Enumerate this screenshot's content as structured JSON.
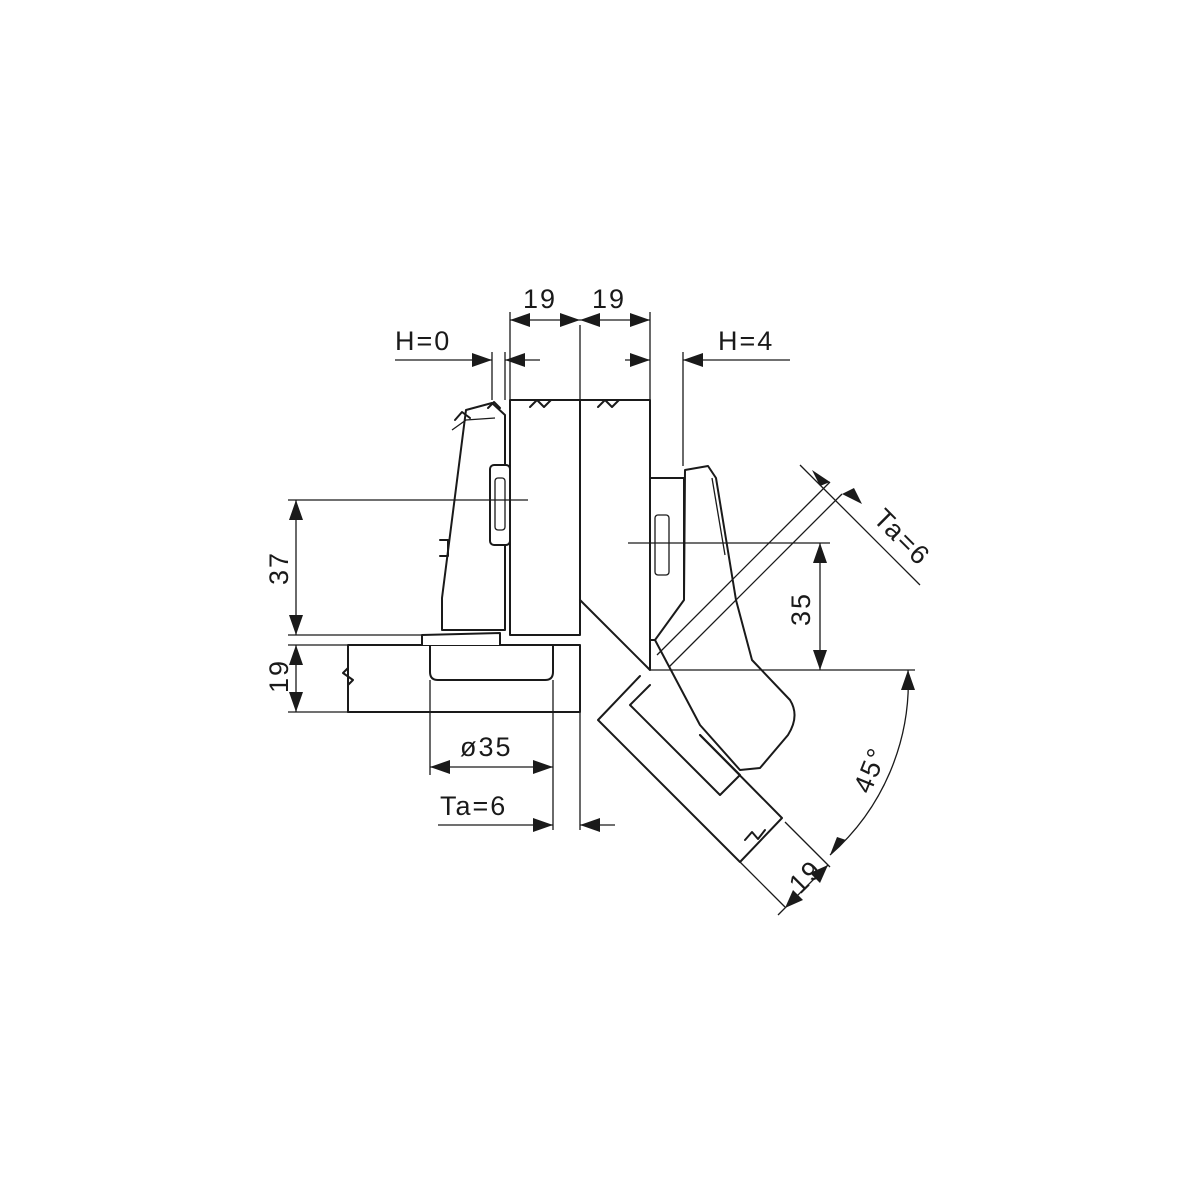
{
  "dimensions": {
    "top_left_19": "19",
    "top_right_19": "19",
    "overlay_left": "H=0",
    "overlay_right": "H=4",
    "height_37": "37",
    "panel_19": "19",
    "cup_diameter": "ø35",
    "ta_left": "Ta=6",
    "height_35": "35",
    "ta_right": "Ta=6",
    "angle": "45°",
    "door_19": "19"
  }
}
